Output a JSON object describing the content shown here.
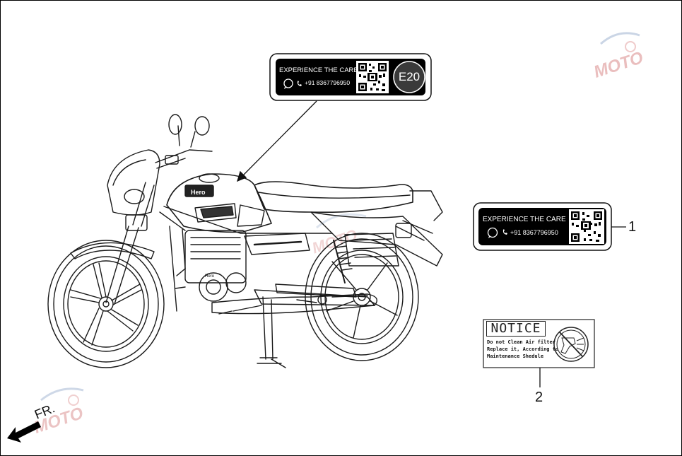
{
  "sticker_top": {
    "headline": "EXPERIENCE THE CARE",
    "phone": "+91 8367796950",
    "badge": "E20"
  },
  "sticker_1": {
    "headline": "EXPERIENCE THE CARE",
    "phone": "+91 8367796950",
    "callout": "1"
  },
  "notice_label": {
    "title": "NOTICE",
    "lines": [
      "Do not Clean Air filter",
      "Replace it, According to",
      "Maintenance Shedule"
    ],
    "callout": "2"
  },
  "direction": {
    "label": "FR."
  },
  "bike": {
    "tank_logo": "Hero",
    "engine_logo": "Hero"
  },
  "colors": {
    "label_bg": "#000000",
    "watermark": "#c0392b",
    "line": "#1a1a1a"
  }
}
